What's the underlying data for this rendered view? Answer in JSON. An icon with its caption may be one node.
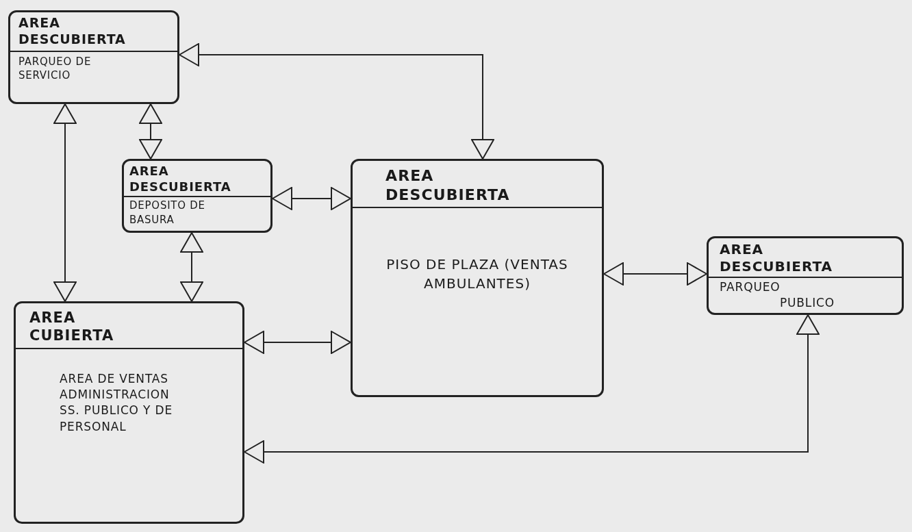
{
  "diagram": {
    "nodes": [
      {
        "text": [
          "AREA DESCUBIERTA",
          "PARQUEO DE SERVICIO"
        ]
      },
      {
        "text": [
          "AREA DESCUBIERTA",
          "DEPOSITO DE BASURA"
        ]
      },
      {
        "text": [
          "AREA DESCUBIERTA",
          "PISO DE PLAZA (VENTAS AMBULANTES)"
        ]
      },
      {
        "text": [
          "AREA DESCUBIERTA",
          "PARQUEO PUBLICO"
        ]
      },
      {
        "text": [
          "AREA CUBIERTA",
          "AREA DE VENTAS ADMINISTRACION SS. PUBLICO Y DE PERSONAL"
        ]
      }
    ],
    "edges": [
      {
        "from": 0,
        "to": 2,
        "arrow": "both"
      },
      {
        "from": 0,
        "to": 4,
        "arrow": "both"
      },
      {
        "from": 0,
        "to": 1,
        "arrow": "both"
      },
      {
        "from": 1,
        "to": 2,
        "arrow": "both"
      },
      {
        "from": 1,
        "to": 4,
        "arrow": "both"
      },
      {
        "from": 4,
        "to": 2,
        "arrow": "both"
      },
      {
        "from": 2,
        "to": 3,
        "arrow": "both"
      },
      {
        "from": 3,
        "to": 4,
        "arrow": "both"
      }
    ]
  }
}
